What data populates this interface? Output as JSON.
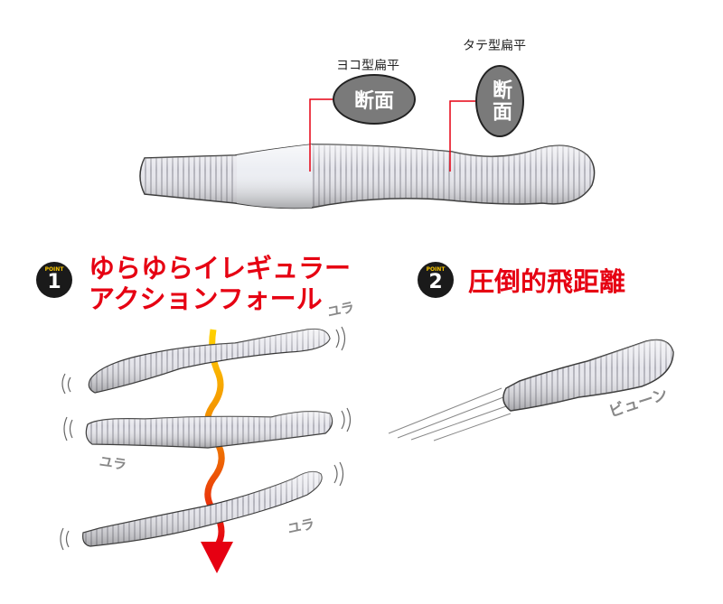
{
  "top_diagram": {
    "horizontal_flat_label": "ヨコ型扁平",
    "horizontal_section": "断面",
    "vertical_flat_label": "タテ型扁平",
    "vertical_section": "断面"
  },
  "point1": {
    "badge_word": "POINT",
    "badge_number": "1",
    "title_line1": "ゆらゆらイレギュラー",
    "title_line2": "アクションフォール",
    "sfx": [
      "ユラ",
      "ユラ",
      "ユラ"
    ]
  },
  "point2": {
    "badge_word": "POINT",
    "badge_number": "2",
    "title": "圧倒的飛距離",
    "sfx": "ビューン"
  },
  "colors": {
    "accent": "#e60012",
    "worm": "#e4e4ea",
    "section": "#7a7a7a"
  }
}
